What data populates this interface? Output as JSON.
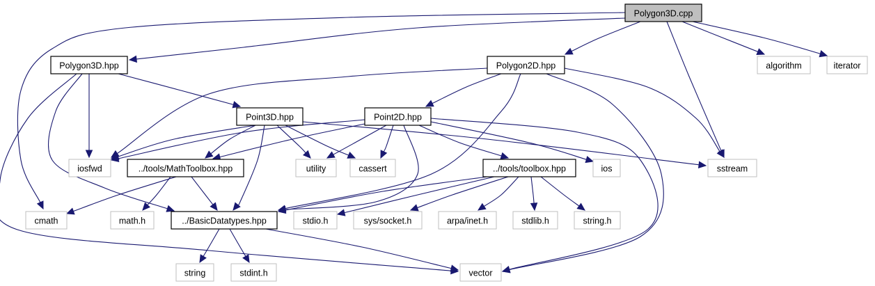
{
  "title": "Polygon3D.cpp include dependency graph",
  "colors": {
    "edge": "#191970",
    "root_fill": "#bfbfbf",
    "root_border": "#000000",
    "documented_border": "#000000",
    "external_border": "#bfbfbf",
    "node_fill": "#ffffff"
  },
  "nodes": [
    {
      "id": "polygon3d_cpp",
      "label": "Polygon3D.cpp",
      "kind": "root"
    },
    {
      "id": "polygon3d_hpp",
      "label": "Polygon3D.hpp",
      "kind": "documented"
    },
    {
      "id": "polygon2d_hpp",
      "label": "Polygon2D.hpp",
      "kind": "documented"
    },
    {
      "id": "algorithm",
      "label": "algorithm",
      "kind": "external"
    },
    {
      "id": "iterator",
      "label": "iterator",
      "kind": "external"
    },
    {
      "id": "point3d_hpp",
      "label": "Point3D.hpp",
      "kind": "documented"
    },
    {
      "id": "point2d_hpp",
      "label": "Point2D.hpp",
      "kind": "documented"
    },
    {
      "id": "iosfwd",
      "label": "iosfwd",
      "kind": "external"
    },
    {
      "id": "mathtoolbox_hpp",
      "label": "../tools/MathToolbox.hpp",
      "kind": "documented"
    },
    {
      "id": "utility",
      "label": "utility",
      "kind": "external"
    },
    {
      "id": "cassert",
      "label": "cassert",
      "kind": "external"
    },
    {
      "id": "toolbox_hpp",
      "label": "../tools/toolbox.hpp",
      "kind": "documented"
    },
    {
      "id": "ios",
      "label": "ios",
      "kind": "external"
    },
    {
      "id": "sstream",
      "label": "sstream",
      "kind": "external"
    },
    {
      "id": "cmath",
      "label": "cmath",
      "kind": "external"
    },
    {
      "id": "math_h",
      "label": "math.h",
      "kind": "external"
    },
    {
      "id": "basicdatatypes_hpp",
      "label": "../BasicDatatypes.hpp",
      "kind": "documented"
    },
    {
      "id": "stdio_h",
      "label": "stdio.h",
      "kind": "external"
    },
    {
      "id": "sys_socket_h",
      "label": "sys/socket.h",
      "kind": "external"
    },
    {
      "id": "arpa_inet_h",
      "label": "arpa/inet.h",
      "kind": "external"
    },
    {
      "id": "stdlib_h",
      "label": "stdlib.h",
      "kind": "external"
    },
    {
      "id": "string_h",
      "label": "string.h",
      "kind": "external"
    },
    {
      "id": "string",
      "label": "string",
      "kind": "external"
    },
    {
      "id": "stdint_h",
      "label": "stdint.h",
      "kind": "external"
    },
    {
      "id": "vector",
      "label": "vector",
      "kind": "external"
    }
  ],
  "edges": [
    {
      "from": "polygon3d_cpp",
      "to": "polygon3d_hpp"
    },
    {
      "from": "polygon3d_cpp",
      "to": "polygon2d_hpp"
    },
    {
      "from": "polygon3d_cpp",
      "to": "algorithm"
    },
    {
      "from": "polygon3d_cpp",
      "to": "iterator"
    },
    {
      "from": "polygon3d_cpp",
      "to": "sstream"
    },
    {
      "from": "polygon3d_cpp",
      "to": "cmath"
    },
    {
      "from": "polygon3d_hpp",
      "to": "point3d_hpp"
    },
    {
      "from": "polygon3d_hpp",
      "to": "iosfwd"
    },
    {
      "from": "polygon3d_hpp",
      "to": "basicdatatypes_hpp"
    },
    {
      "from": "polygon3d_hpp",
      "to": "vector"
    },
    {
      "from": "polygon2d_hpp",
      "to": "point2d_hpp"
    },
    {
      "from": "polygon2d_hpp",
      "to": "iosfwd"
    },
    {
      "from": "polygon2d_hpp",
      "to": "basicdatatypes_hpp"
    },
    {
      "from": "polygon2d_hpp",
      "to": "sstream"
    },
    {
      "from": "polygon2d_hpp",
      "to": "vector"
    },
    {
      "from": "point3d_hpp",
      "to": "iosfwd"
    },
    {
      "from": "point3d_hpp",
      "to": "mathtoolbox_hpp"
    },
    {
      "from": "point3d_hpp",
      "to": "utility"
    },
    {
      "from": "point3d_hpp",
      "to": "cassert"
    },
    {
      "from": "point3d_hpp",
      "to": "basicdatatypes_hpp"
    },
    {
      "from": "point3d_hpp",
      "to": "sstream"
    },
    {
      "from": "point2d_hpp",
      "to": "iosfwd"
    },
    {
      "from": "point2d_hpp",
      "to": "mathtoolbox_hpp"
    },
    {
      "from": "point2d_hpp",
      "to": "utility"
    },
    {
      "from": "point2d_hpp",
      "to": "cassert"
    },
    {
      "from": "point2d_hpp",
      "to": "toolbox_hpp"
    },
    {
      "from": "point2d_hpp",
      "to": "ios"
    },
    {
      "from": "point2d_hpp",
      "to": "basicdatatypes_hpp"
    },
    {
      "from": "point2d_hpp",
      "to": "vector"
    },
    {
      "from": "mathtoolbox_hpp",
      "to": "cmath"
    },
    {
      "from": "mathtoolbox_hpp",
      "to": "math_h"
    },
    {
      "from": "mathtoolbox_hpp",
      "to": "basicdatatypes_hpp"
    },
    {
      "from": "toolbox_hpp",
      "to": "basicdatatypes_hpp"
    },
    {
      "from": "toolbox_hpp",
      "to": "stdio_h"
    },
    {
      "from": "toolbox_hpp",
      "to": "sys_socket_h"
    },
    {
      "from": "toolbox_hpp",
      "to": "arpa_inet_h"
    },
    {
      "from": "toolbox_hpp",
      "to": "stdlib_h"
    },
    {
      "from": "toolbox_hpp",
      "to": "string_h"
    },
    {
      "from": "basicdatatypes_hpp",
      "to": "string"
    },
    {
      "from": "basicdatatypes_hpp",
      "to": "stdint_h"
    },
    {
      "from": "basicdatatypes_hpp",
      "to": "vector"
    }
  ]
}
